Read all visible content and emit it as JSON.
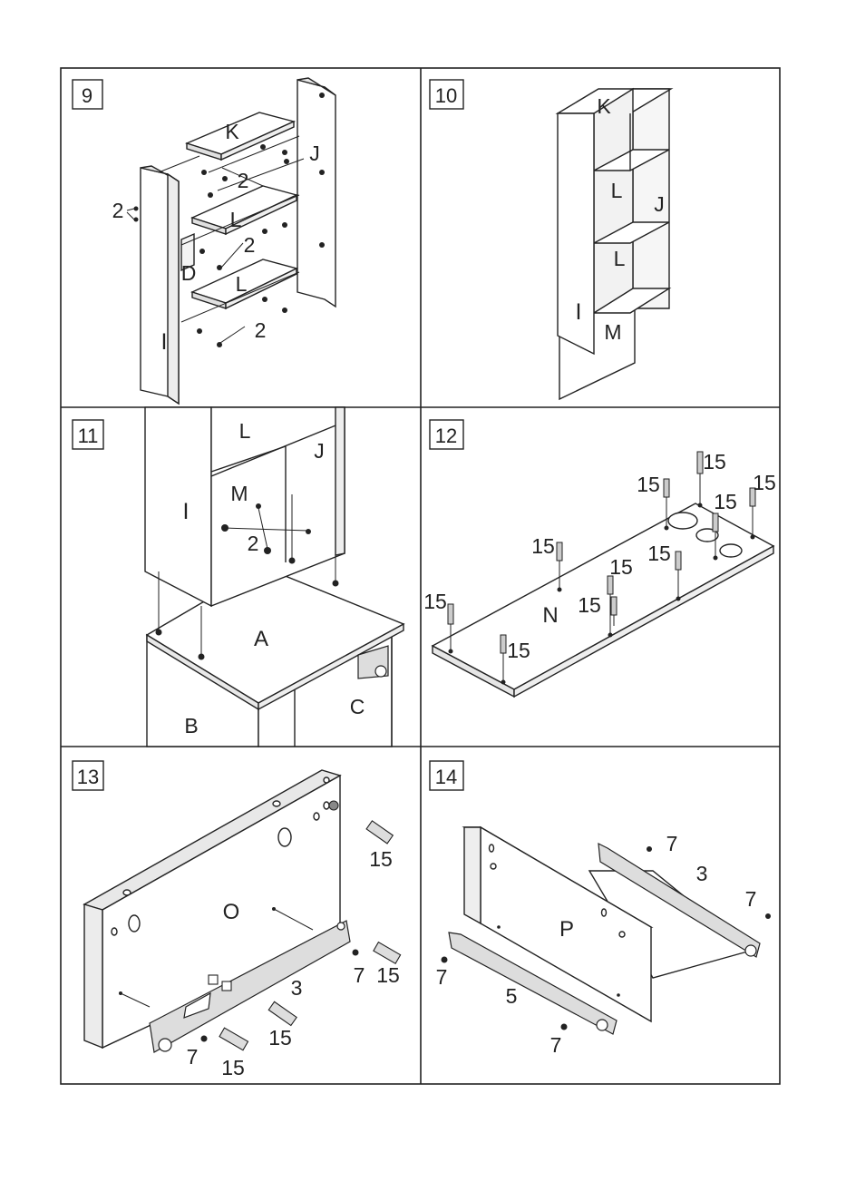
{
  "steps": [
    {
      "number": "9",
      "parts": [
        "K",
        "J",
        "L",
        "D",
        "L",
        "I"
      ],
      "hardware": [
        "2",
        "2",
        "2",
        "2"
      ]
    },
    {
      "number": "10",
      "parts": [
        "K",
        "L",
        "J",
        "L",
        "I",
        "M"
      ]
    },
    {
      "number": "11",
      "parts": [
        "L",
        "J",
        "I",
        "M",
        "A",
        "B",
        "C"
      ],
      "hardware": [
        "2"
      ]
    },
    {
      "number": "12",
      "parts": [
        "N"
      ],
      "hardware": [
        "15",
        "15",
        "15",
        "15",
        "15",
        "15",
        "15",
        "15",
        "15",
        "15"
      ]
    },
    {
      "number": "13",
      "parts": [
        "O"
      ],
      "hardware": [
        "15",
        "7",
        "15",
        "3",
        "15",
        "7",
        "15"
      ]
    },
    {
      "number": "14",
      "parts": [
        "P"
      ],
      "hardware": [
        "7",
        "3",
        "7",
        "7",
        "5",
        "7"
      ]
    }
  ]
}
